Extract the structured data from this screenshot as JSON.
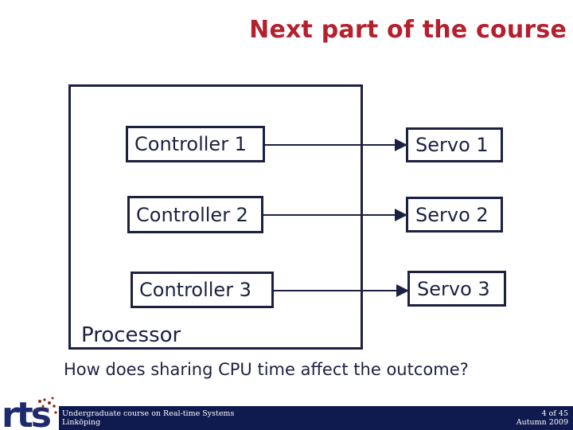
{
  "slide": {
    "title": "Next part of the course",
    "processor_label": "Processor",
    "question": "How does sharing CPU time affect the outcome?"
  },
  "controllers": [
    "Controller 1",
    "Controller 2",
    "Controller 3"
  ],
  "servos": [
    "Servo 1",
    "Servo 2",
    "Servo 3"
  ],
  "footer": {
    "course_line1": "Undergraduate course on Real-time Systems",
    "course_line2": "Linköping",
    "page": "4 of 45",
    "term": "Autumn 2009"
  },
  "logo": {
    "name": "rts-logo",
    "text": "rts"
  },
  "colors": {
    "title": "#b5202e",
    "ink": "#1c2142",
    "footer_bg": "#0f1a4e",
    "logo_blue": "#1e2a6e",
    "logo_dots": "#8a2c1c"
  }
}
